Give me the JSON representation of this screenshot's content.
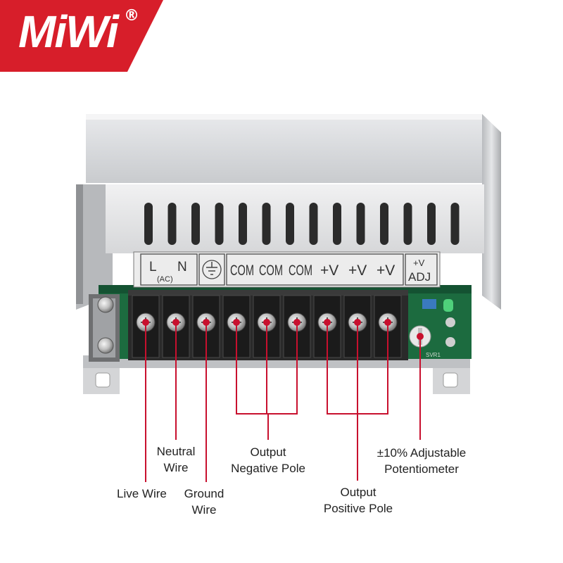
{
  "brand": {
    "name": "MiWi",
    "registered": "®",
    "color": "#d71e2a"
  },
  "terminal_labels": {
    "ac_l": "L",
    "ac_n": "N",
    "ac": "(AC)",
    "com": [
      "COM",
      "COM",
      "COM"
    ],
    "vplus": [
      "+V",
      "+V",
      "+V"
    ],
    "adj_top": "+V",
    "adj_bottom": "ADJ",
    "svr": "SVR1"
  },
  "callouts": {
    "live_wire": "Live Wire",
    "neutral_wire_1": "Neutral",
    "neutral_wire_2": "Wire",
    "ground_wire_1": "Ground",
    "ground_wire_2": "Wire",
    "output_negative_1": "Output",
    "output_negative_2": "Negative Pole",
    "output_positive_1": "Output",
    "output_positive_2": "Positive Pole",
    "potentiometer_1": "±10% Adjustable",
    "potentiometer_2": "Potentiometer"
  },
  "line_color": "#c8102e"
}
